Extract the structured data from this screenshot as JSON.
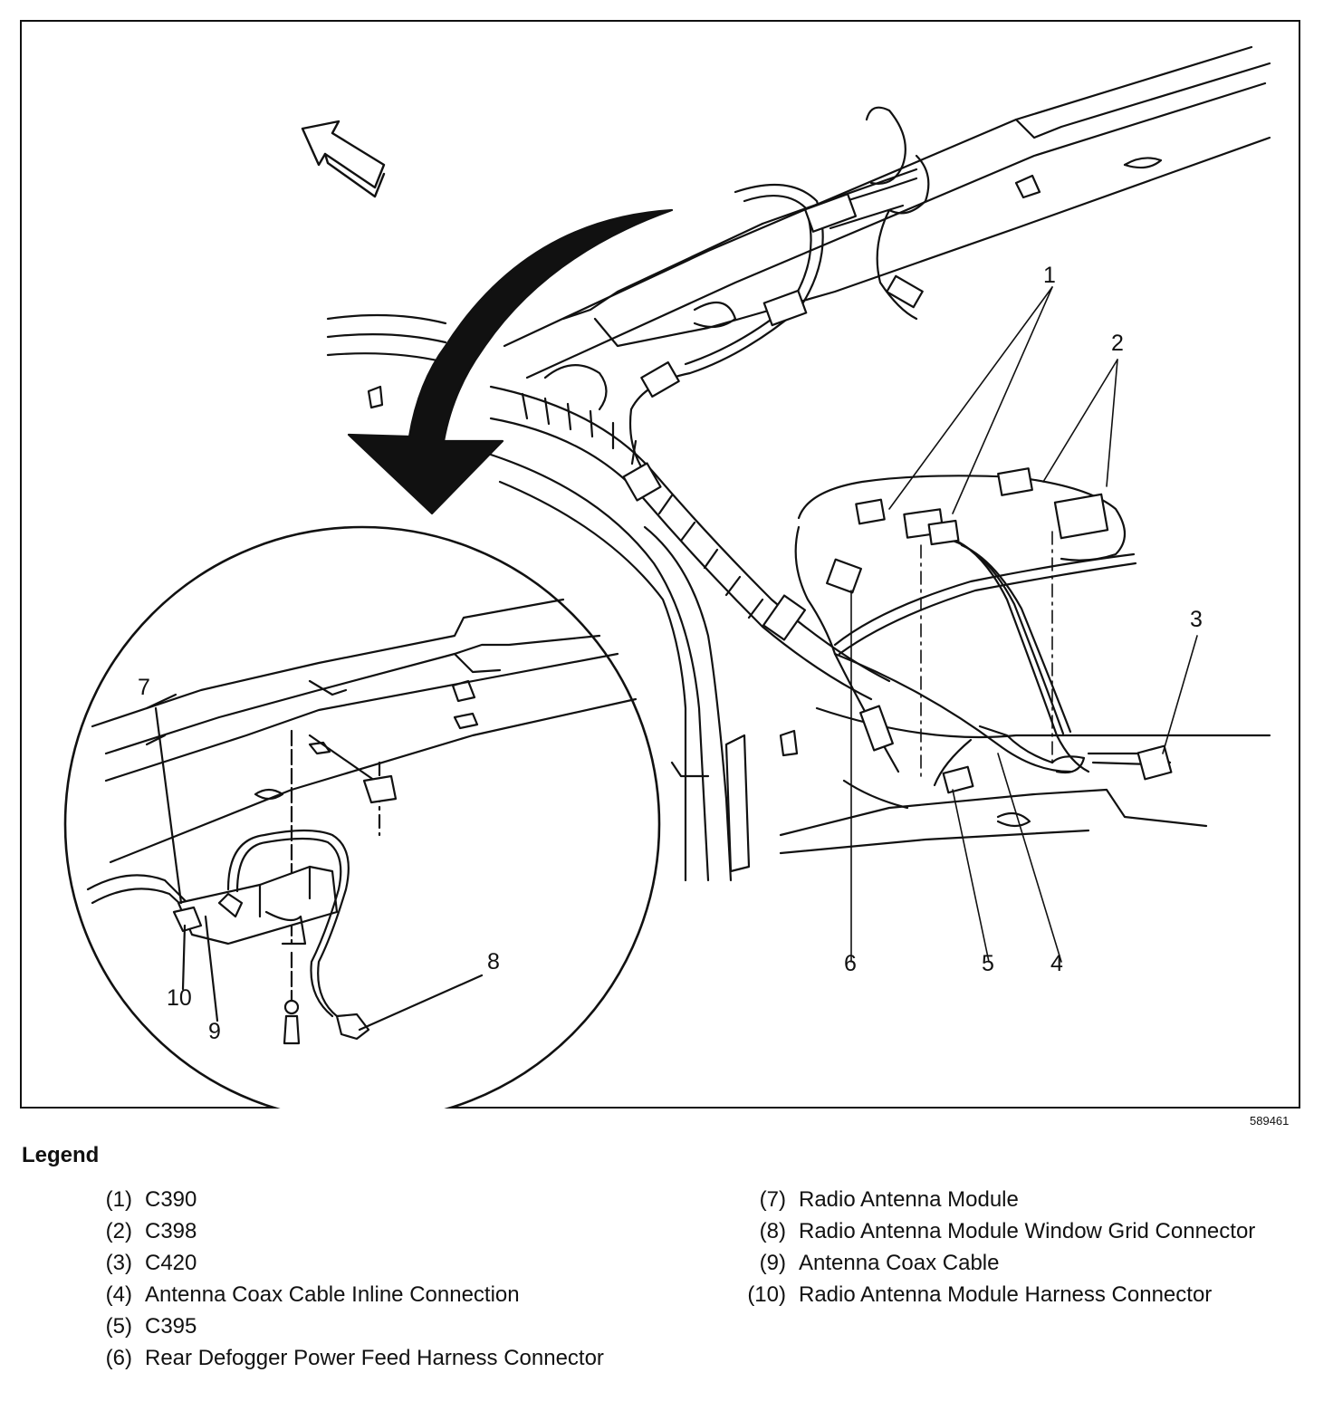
{
  "figure": {
    "id": "589461",
    "callouts": [
      "1",
      "2",
      "3",
      "4",
      "5",
      "6",
      "7",
      "8",
      "9",
      "10"
    ]
  },
  "legend": {
    "title": "Legend",
    "items": [
      {
        "num": "(1)",
        "text": "C390"
      },
      {
        "num": "(2)",
        "text": "C398"
      },
      {
        "num": "(3)",
        "text": "C420"
      },
      {
        "num": "(4)",
        "text": "Antenna Coax Cable Inline Connection"
      },
      {
        "num": "(5)",
        "text": "C395"
      },
      {
        "num": "(6)",
        "text": "Rear Defogger Power Feed Harness Connector"
      },
      {
        "num": "(7)",
        "text": "Radio Antenna Module"
      },
      {
        "num": "(8)",
        "text": "Radio Antenna Module Window Grid Connector"
      },
      {
        "num": "(9)",
        "text": "Antenna Coax Cable"
      },
      {
        "num": "(10)",
        "text": "Radio Antenna Module Harness Connector"
      }
    ]
  },
  "colors": {
    "ink": "#111111",
    "paper": "#ffffff"
  },
  "icons": [
    "front-direction-arrow-icon",
    "zoom-detail-arrow-icon"
  ]
}
